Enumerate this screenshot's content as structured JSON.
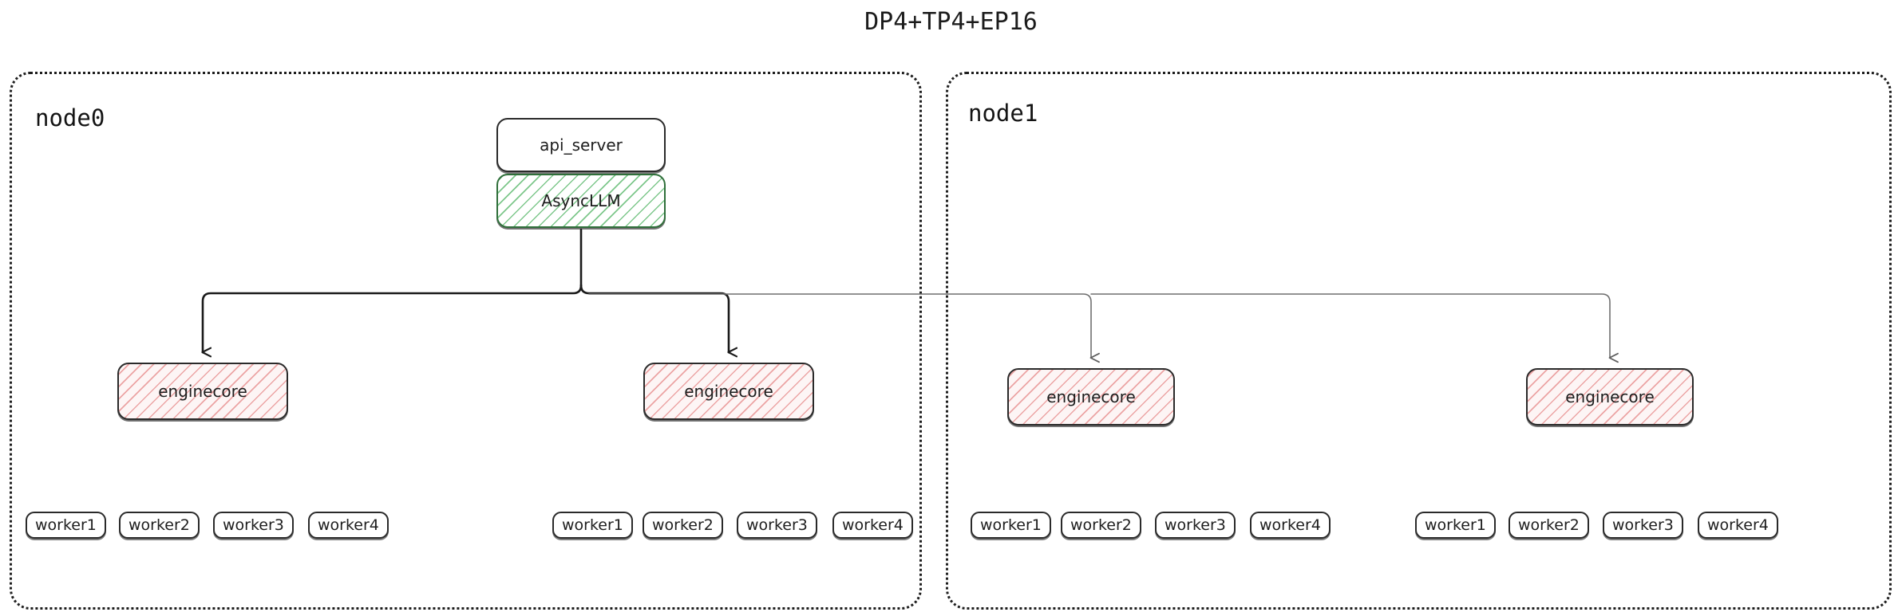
{
  "title": "DP4+TP4+EP16",
  "colors": {
    "border_dark": "#2a2a2a",
    "node_container_border": "#1e1e1e",
    "hatch_green": "#76c485",
    "hatch_green_border": "#2f6f3a",
    "hatch_red": "#e99696",
    "edge_dark": "#1a1a1a",
    "edge_light": "#6f6f6f",
    "text": "#1d1d1d",
    "background": "#ffffff"
  },
  "nodes": [
    {
      "id": "node0",
      "label": "node0",
      "frontend": {
        "api_server": "api_server",
        "async_llm": "AsyncLLM"
      },
      "enginecores": [
        {
          "label": "enginecore",
          "workers": [
            "worker1",
            "worker2",
            "worker3",
            "worker4"
          ]
        },
        {
          "label": "enginecore",
          "workers": [
            "worker1",
            "worker2",
            "worker3",
            "worker4"
          ]
        }
      ]
    },
    {
      "id": "node1",
      "label": "node1",
      "frontend": null,
      "enginecores": [
        {
          "label": "enginecore",
          "workers": [
            "worker1",
            "worker2",
            "worker3",
            "worker4"
          ]
        },
        {
          "label": "enginecore",
          "workers": [
            "worker1",
            "worker2",
            "worker3",
            "worker4"
          ]
        }
      ]
    }
  ],
  "edges": {
    "source": "AsyncLLM",
    "targets": [
      "enginecore",
      "enginecore",
      "enginecore",
      "enginecore"
    ],
    "style": "orthogonal-bus-with-arrowheads"
  }
}
